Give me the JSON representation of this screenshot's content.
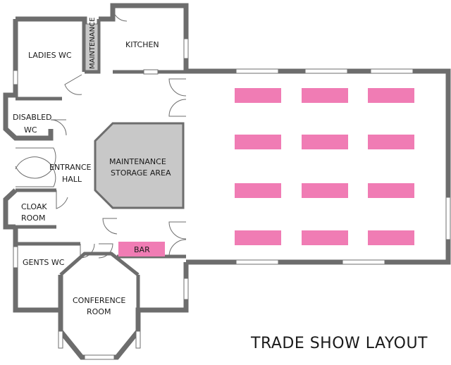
{
  "title": "TRADE SHOW LAYOUT",
  "rooms": {
    "ladies_wc": "LADIES WC",
    "maintenance": "MAINTENANCE",
    "kitchen": "KITCHEN",
    "disabled_wc": [
      "DISABLED",
      "WC"
    ],
    "entrance_hall": [
      "ENTRANCE",
      "HALL"
    ],
    "storage": [
      "MAINTENANCE",
      "STORAGE AREA"
    ],
    "cloak_room": [
      "CLOAK",
      "ROOM"
    ],
    "bar": "BAR",
    "gents_wc": "GENTS WC",
    "conference_room": [
      "CONFERENCE",
      "ROOM"
    ]
  },
  "colors": {
    "wall": "#6d6d6d",
    "table": "#f07cb4",
    "storage_fill": "#c8c8c8",
    "background": "#ffffff"
  },
  "trade_show": {
    "rows": 4,
    "columns": 3,
    "table_count": 12
  }
}
